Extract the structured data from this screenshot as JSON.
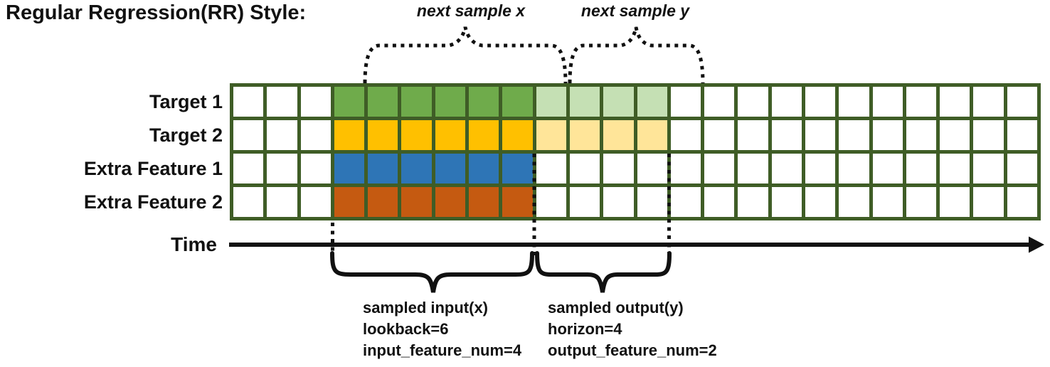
{
  "title": "Regular Regression(RR) Style:",
  "annotations": {
    "next_sample_x": "next sample x",
    "next_sample_y": "next sample y",
    "input_lines": [
      "sampled input(x)",
      "lookback=6",
      "input_feature_num=4"
    ],
    "output_lines": [
      "sampled output(y)",
      "horizon=4",
      "output_feature_num=2"
    ]
  },
  "time_axis_label": "Time",
  "grid": {
    "columns": 24,
    "pre_blank_cells": 3,
    "input_cells": 6,
    "output_cells": 4,
    "post_blank_cells": 11,
    "lookback": 6,
    "horizon": 4,
    "input_feature_num": 4,
    "output_feature_num": 2,
    "border_color": "#3F5D26",
    "blank_color": "#FFFFFF",
    "rows": [
      {
        "label": "Target 1",
        "input_color": "#6FAB4B",
        "output_color": "#C5E0B4"
      },
      {
        "label": "Target 2",
        "input_color": "#FFC000",
        "output_color": "#FFE599"
      },
      {
        "label": "Extra Feature 1",
        "input_color": "#2E75B6",
        "output_color": null
      },
      {
        "label": "Extra Feature 2",
        "input_color": "#C55A11",
        "output_color": null
      }
    ]
  }
}
